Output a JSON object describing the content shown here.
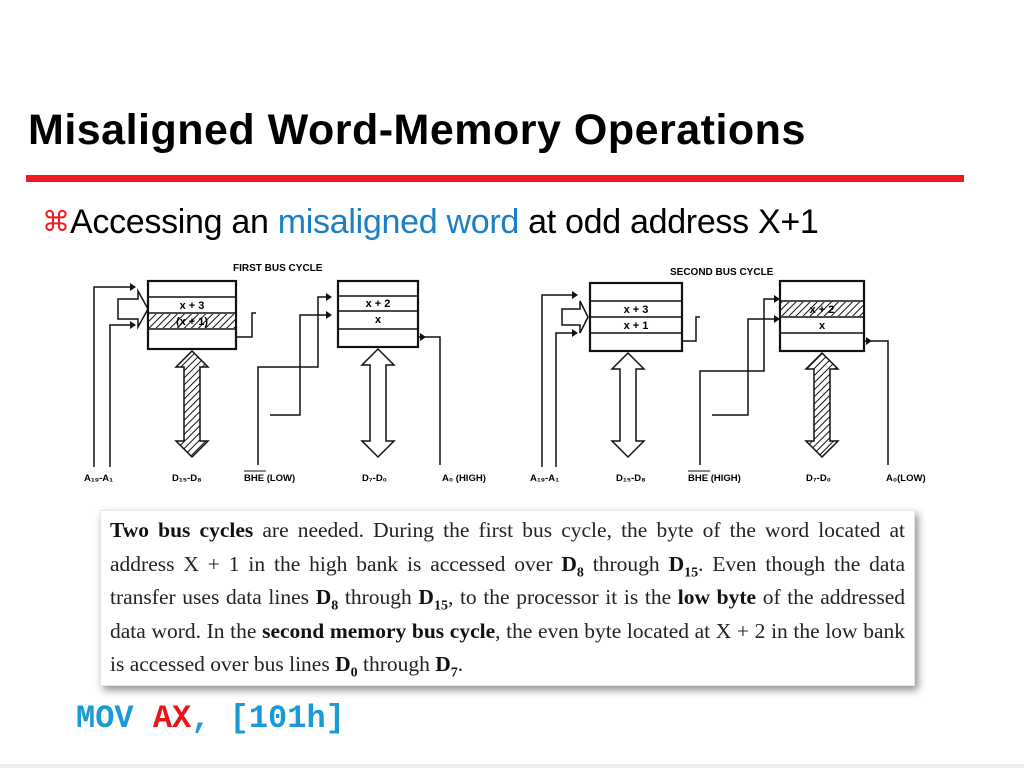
{
  "slide": {
    "title": "Misaligned Word-Memory Operations",
    "bullet": {
      "icon": "command-icon",
      "glyph": "⌘",
      "pre": "Accessing an ",
      "highlight": "misaligned word",
      "post": " at odd address X+1"
    }
  },
  "diagram_first": {
    "caption": "FIRST BUS CYCLE",
    "high_cells": [
      "x + 3",
      "(x + 1)"
    ],
    "low_cells": [
      "x + 2",
      "x"
    ],
    "labels": [
      "A₁₉-A₁",
      "D₁₅-D₈",
      "BHE (LOW)",
      "D₇-D₀",
      "A₀ (HIGH)"
    ]
  },
  "diagram_second": {
    "caption": "SECOND BUS CYCLE",
    "high_cells": [
      "x + 3",
      "x + 1"
    ],
    "low_cells": [
      "x + 2",
      "x"
    ],
    "labels": [
      "A₁₉-A₁",
      "D₁₅-D₈",
      "BHE (HIGH)",
      "D₇-D₀",
      "A₀(LOW)"
    ]
  },
  "description": {
    "s01": "Two bus cycles",
    "s02": " are needed. During the first bus cycle, the byte of the word located at address X + 1 in the high bank is accessed over ",
    "s03": "D",
    "s04": "8",
    "s05": " through ",
    "s06": "D",
    "s07": "15",
    "s08": ". Even though the data transfer uses data lines ",
    "s09": "D",
    "s10": "8",
    "s11": " through ",
    "s12": "D",
    "s13": "15",
    "s14": ", to the processor it is the ",
    "s15": "low byte",
    "s16": " of the addressed data word. In the ",
    "s17": "second memory bus cycle",
    "s18": ", the even byte located at X + 2 in the low bank is accessed over bus lines ",
    "s19": "D",
    "s20": "0",
    "s21": " through ",
    "s22": "D",
    "s23": "7",
    "s24": "."
  },
  "code": {
    "mnemonic": "MOV ",
    "register": "AX",
    "operand": ", [101h]"
  },
  "colors": {
    "rule": "#f2181f",
    "highlight": "#1a7fc6",
    "code": "#1a9ad6",
    "register": "#e8141c"
  }
}
